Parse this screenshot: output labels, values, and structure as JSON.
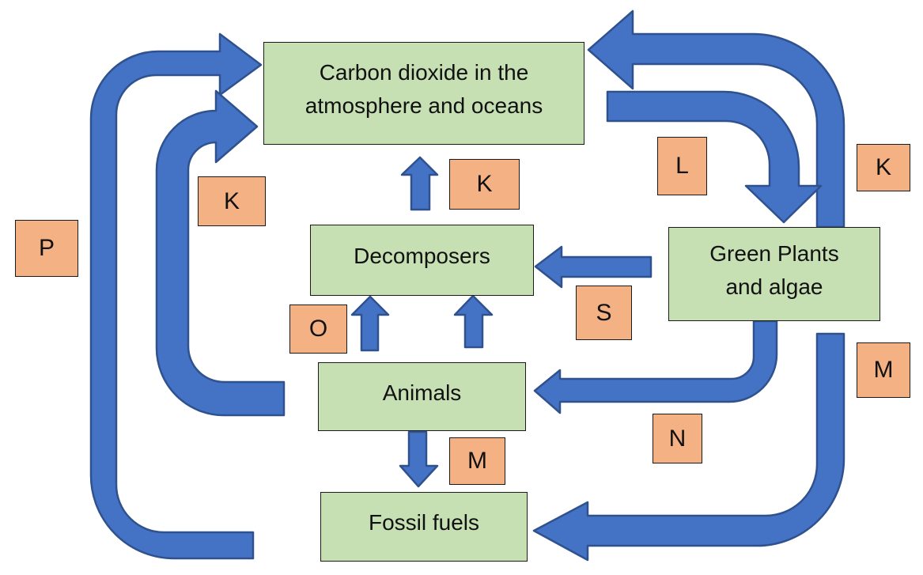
{
  "colors": {
    "node_fill": "#c6e0b4",
    "node_border": "#1a1a1a",
    "label_fill": "#f4b183",
    "label_border": "#1a1a1a",
    "arrow_fill": "#4472c4",
    "arrow_border": "#2f528f",
    "background": "#ffffff",
    "text": "#111111"
  },
  "nodes": [
    {
      "id": "co2",
      "lines": [
        "Carbon dioxide in the",
        "atmosphere and oceans"
      ]
    },
    {
      "id": "decomposers",
      "lines": [
        "Decomposers"
      ]
    },
    {
      "id": "green-plants",
      "lines": [
        "Green Plants",
        "and algae"
      ]
    },
    {
      "id": "animals",
      "lines": [
        "Animals"
      ]
    },
    {
      "id": "fossil-fuels",
      "lines": [
        "Fossil fuels"
      ]
    }
  ],
  "labels": [
    {
      "id": "p",
      "text": "P"
    },
    {
      "id": "k-left",
      "text": "K"
    },
    {
      "id": "k-top",
      "text": "K"
    },
    {
      "id": "l",
      "text": "L"
    },
    {
      "id": "k-right",
      "text": "K"
    },
    {
      "id": "o",
      "text": "O"
    },
    {
      "id": "s",
      "text": "S"
    },
    {
      "id": "m-right",
      "text": "M"
    },
    {
      "id": "n",
      "text": "N"
    },
    {
      "id": "m-bottom",
      "text": "M"
    }
  ],
  "arrows": [
    {
      "id": "arrow-p",
      "label": "P",
      "from": "Fossil fuels",
      "to": "Carbon dioxide in the atmosphere and oceans"
    },
    {
      "id": "arrow-k-left",
      "label": "K",
      "from": "Animals",
      "to": "Carbon dioxide in the atmosphere and oceans"
    },
    {
      "id": "arrow-k-top",
      "label": "K",
      "from": "Decomposers",
      "to": "Carbon dioxide in the atmosphere and oceans"
    },
    {
      "id": "arrow-k-right",
      "label": "K",
      "from": "Green Plants and algae",
      "to": "Carbon dioxide in the atmosphere and oceans"
    },
    {
      "id": "arrow-l",
      "label": "L",
      "from": "Carbon dioxide in the atmosphere and oceans",
      "to": "Green Plants and algae"
    },
    {
      "id": "arrow-s",
      "label": "S",
      "from": "Green Plants and algae",
      "to": "Decomposers"
    },
    {
      "id": "arrow-o-left",
      "label": "O",
      "from": "Animals",
      "to": "Decomposers"
    },
    {
      "id": "arrow-o-right",
      "label": "O",
      "from": "Animals",
      "to": "Decomposers"
    },
    {
      "id": "arrow-n",
      "label": "N",
      "from": "Green Plants and algae",
      "to": "Animals"
    },
    {
      "id": "arrow-m-down",
      "label": "M",
      "from": "Animals",
      "to": "Fossil fuels"
    },
    {
      "id": "arrow-m-right",
      "label": "M",
      "from": "Green Plants and algae",
      "to": "Fossil fuels"
    }
  ]
}
